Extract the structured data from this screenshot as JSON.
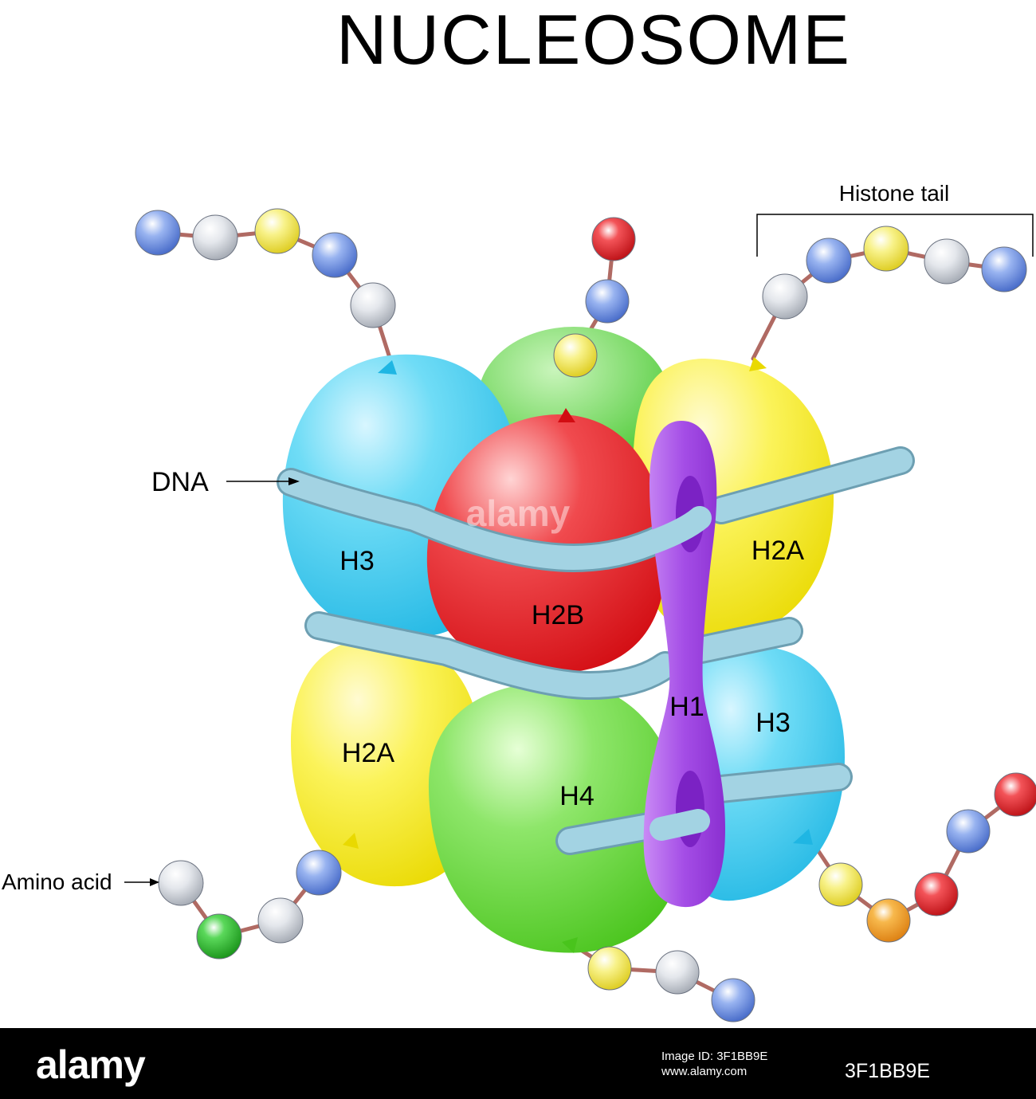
{
  "title": "NUCLEOSOME",
  "labels": {
    "histone_tail": "Histone tail",
    "dna": "DNA",
    "amino_acid": "Amino acid",
    "h3_top": "H3",
    "h2b": "H2B",
    "h2a_top": "H2A",
    "h1": "H1",
    "h3_bottom": "H3",
    "h2a_bottom": "H2A",
    "h4": "H4"
  },
  "watermark": "alamy",
  "footer": {
    "logo": "alamy",
    "image_id": "3F1BB9E",
    "meta_line1": "Image ID: 3F1BB9E",
    "meta_line2": "www.alamy.com"
  },
  "colors": {
    "h3": "#3ecbef",
    "h2a": "#f2ea25",
    "h2b": "#e8161c",
    "h4": "#66d633",
    "h1": "#a54ee6",
    "dna": "#a3d3e3",
    "bead_blue": "#5a7fd6",
    "bead_gray": "#cfd4dc",
    "bead_yellow": "#f3ea55",
    "bead_red": "#e8161c",
    "bead_green": "#2fc02f",
    "bead_orange": "#f39a1a",
    "chain": "#b06a63"
  }
}
